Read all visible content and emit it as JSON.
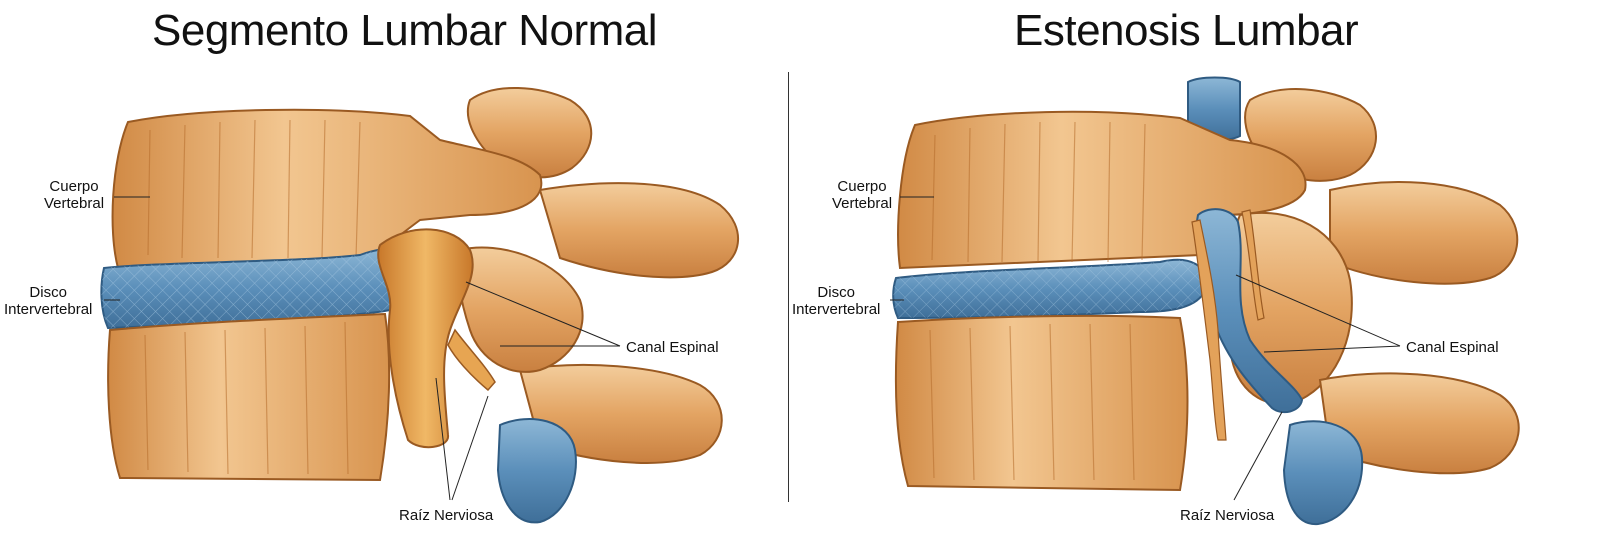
{
  "panels": {
    "left": {
      "title": "Segmento Lumbar Normal",
      "labels": {
        "vertebral_body_line1": "Cuerpo",
        "vertebral_body_line2": "Vertebral",
        "disc_line1": "Disco",
        "disc_line2": "Intervertebral",
        "spinal_canal": "Canal Espinal",
        "nerve_root": "Raíz Nerviosa"
      }
    },
    "right": {
      "title": "Estenosis Lumbar",
      "labels": {
        "vertebral_body_line1": "Cuerpo",
        "vertebral_body_line2": "Vertebral",
        "disc_line1": "Disco",
        "disc_line2": "Intervertebral",
        "spinal_canal": "Canal Espinal",
        "nerve_root": "Raíz Nerviosa"
      }
    }
  },
  "colors": {
    "bone": "#e9b276",
    "bone_dark": "#c07836",
    "disc": "#5f93bd",
    "disc_light": "#9fc2dd",
    "nerve": "#d8923a",
    "background": "#ffffff"
  }
}
